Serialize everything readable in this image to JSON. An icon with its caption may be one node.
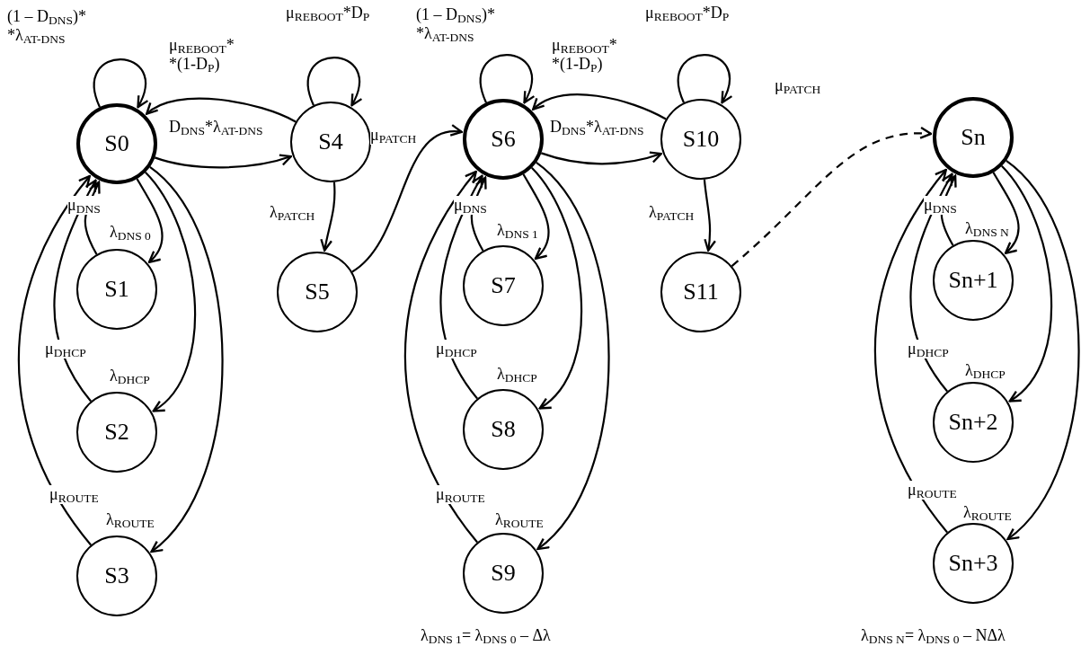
{
  "diagram": {
    "nodes": [
      {
        "text": [
          "S0"
        ]
      },
      {
        "text": [
          "S1"
        ]
      },
      {
        "text": [
          "S2"
        ]
      },
      {
        "text": [
          "S3"
        ]
      },
      {
        "text": [
          "S4"
        ]
      },
      {
        "text": [
          "S5"
        ]
      },
      {
        "text": [
          "S6"
        ]
      },
      {
        "text": [
          "S7"
        ]
      },
      {
        "text": [
          "S8"
        ]
      },
      {
        "text": [
          "S9"
        ]
      },
      {
        "text": [
          "S10"
        ]
      },
      {
        "text": [
          "S11"
        ]
      },
      {
        "text": [
          "Sn"
        ]
      },
      {
        "text": [
          "Sn+1"
        ]
      },
      {
        "text": [
          "Sn+2"
        ]
      },
      {
        "text": [
          "Sn+3"
        ]
      }
    ],
    "edges": [
      {
        "from": 0,
        "to": 0,
        "arrow": "to",
        "label": "(1 – D$_{DNS}$)* *λ$_{AT-DNS}$"
      },
      {
        "from": 4,
        "to": 0,
        "arrow": "to",
        "label": "μ$_{REBOOT}$* *(1-D$_{P}$)"
      },
      {
        "from": 0,
        "to": 4,
        "arrow": "to",
        "label": "D$_{DNS}$*λ$_{AT-DNS}$"
      },
      {
        "from": 4,
        "to": 4,
        "arrow": "to",
        "label": "μ$_{REBOOT}$*D$_{P}$"
      },
      {
        "from": 4,
        "to": 5,
        "arrow": "to",
        "label": "λ$_{PATCH}$"
      },
      {
        "from": 5,
        "to": 6,
        "arrow": "to",
        "label": "μ$_{PATCH}$"
      },
      {
        "from": 0,
        "to": 1,
        "arrow": "to",
        "label": "λ$_{DNS 0}$"
      },
      {
        "from": 1,
        "to": 0,
        "arrow": "to",
        "label": "μ$_{DNS}$"
      },
      {
        "from": 0,
        "to": 2,
        "arrow": "to",
        "label": "λ$_{DHCP}$"
      },
      {
        "from": 2,
        "to": 0,
        "arrow": "to",
        "label": "μ$_{DHCP}$"
      },
      {
        "from": 0,
        "to": 3,
        "arrow": "to",
        "label": "λ$_{ROUTE}$"
      },
      {
        "from": 3,
        "to": 0,
        "arrow": "to",
        "label": "μ$_{ROUTE}$"
      },
      {
        "from": 6,
        "to": 6,
        "arrow": "to",
        "label": "(1 – D$_{DNS}$)* *λ$_{AT-DNS}$"
      },
      {
        "from": 10,
        "to": 6,
        "arrow": "to",
        "label": "μ$_{REBOOT}$* *(1-D$_{P}$)"
      },
      {
        "from": 6,
        "to": 10,
        "arrow": "to",
        "label": "D$_{DNS}$*λ$_{AT-DNS}$"
      },
      {
        "from": 10,
        "to": 10,
        "arrow": "to",
        "label": "μ$_{REBOOT}$*D$_{P}$"
      },
      {
        "from": 10,
        "to": 11,
        "arrow": "to",
        "label": "λ$_{PATCH}$"
      },
      {
        "from": 11,
        "to": 12,
        "arrow": "to",
        "label": "μ$_{PATCH}$",
        "style": "dashed"
      },
      {
        "from": 6,
        "to": 7,
        "arrow": "to",
        "label": "λ$_{DNS 1}$"
      },
      {
        "from": 7,
        "to": 6,
        "arrow": "to",
        "label": "μ$_{DNS}$"
      },
      {
        "from": 6,
        "to": 8,
        "arrow": "to",
        "label": "λ$_{DHCP}$"
      },
      {
        "from": 8,
        "to": 6,
        "arrow": "to",
        "label": "μ$_{DHCP}$"
      },
      {
        "from": 6,
        "to": 9,
        "arrow": "to",
        "label": "λ$_{ROUTE}$"
      },
      {
        "from": 9,
        "to": 6,
        "arrow": "to",
        "label": "μ$_{ROUTE}$"
      },
      {
        "from": 12,
        "to": 13,
        "arrow": "to",
        "label": "λ$_{DNS N}$"
      },
      {
        "from": 13,
        "to": 12,
        "arrow": "to",
        "label": "μ$_{DNS}$"
      },
      {
        "from": 12,
        "to": 14,
        "arrow": "to",
        "label": "λ$_{DHCP}$"
      },
      {
        "from": 14,
        "to": 12,
        "arrow": "to",
        "label": "μ$_{DHCP}$"
      },
      {
        "from": 12,
        "to": 15,
        "arrow": "to",
        "label": "λ$_{ROUTE}$"
      },
      {
        "from": 15,
        "to": 12,
        "arrow": "to",
        "label": "μ$_{ROUTE}$"
      }
    ],
    "labels": [
      "λ$_{DNS 1}$= λ$_{DNS 0}$ – Δλ",
      "λ$_{DNS N}$= λ$_{DNS 0}$ – NΔλ"
    ]
  }
}
